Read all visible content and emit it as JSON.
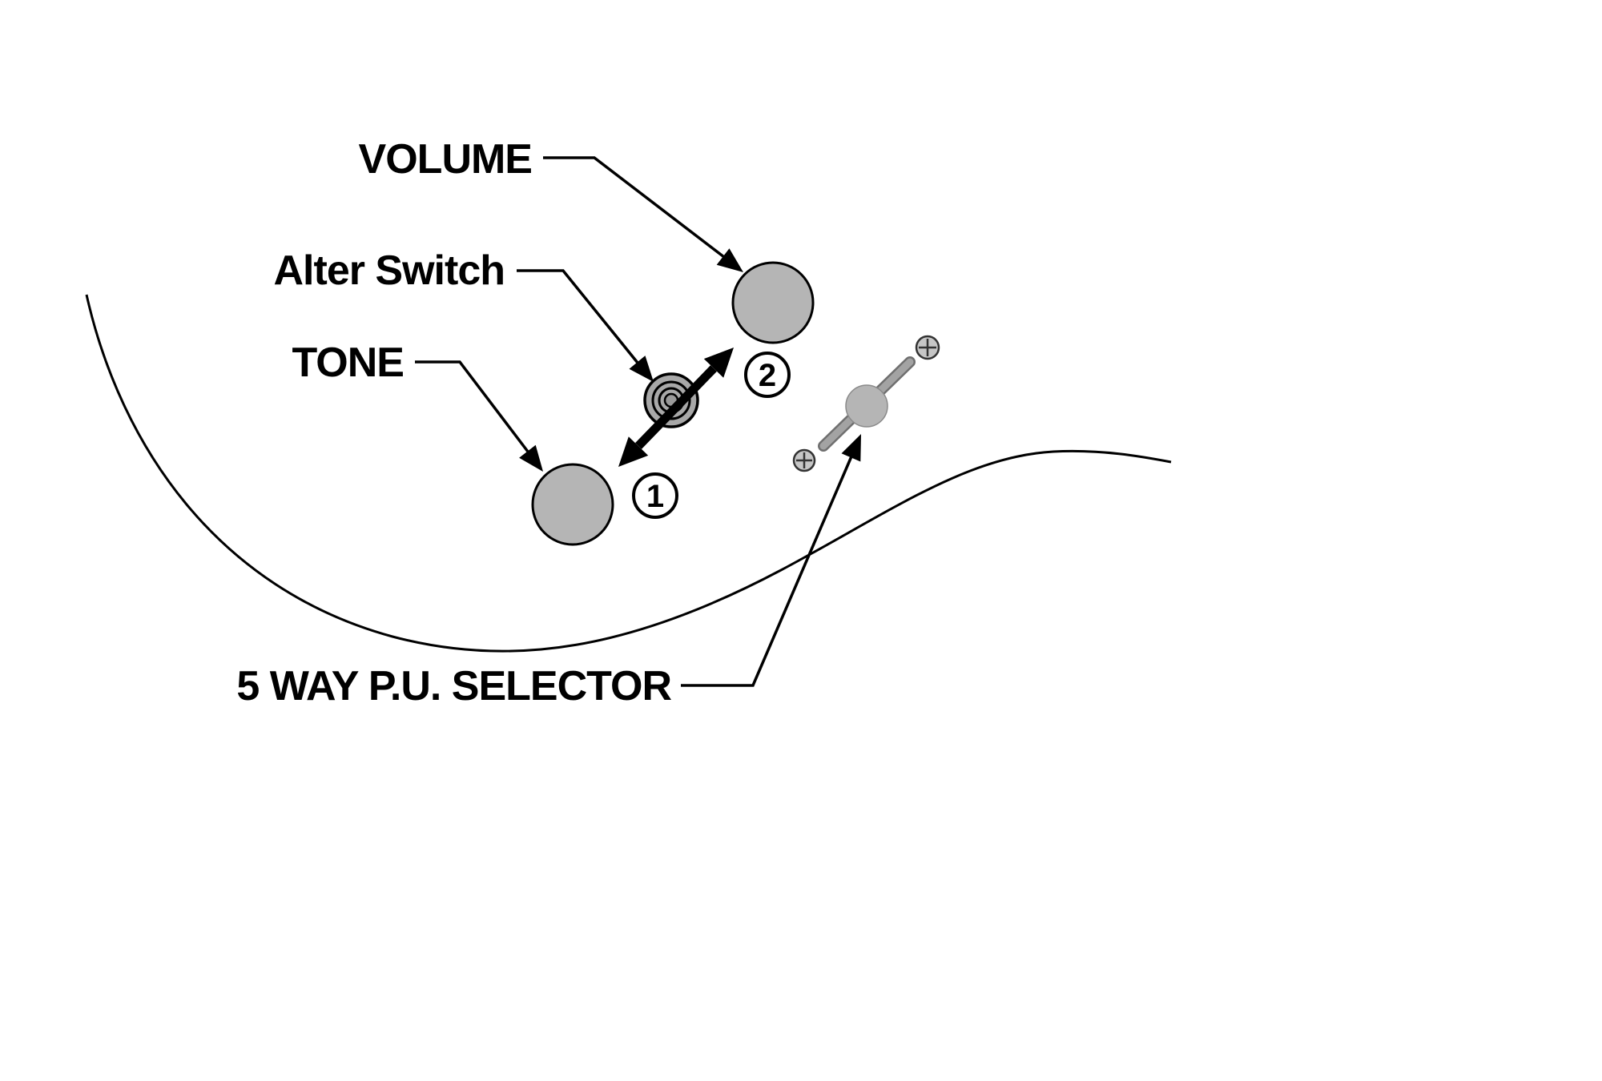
{
  "diagram": {
    "labels": {
      "volume": "VOLUME",
      "alter_switch": "Alter Switch",
      "tone": "TONE",
      "selector": "5 WAY P.U. SELECTOR"
    },
    "markers": {
      "position_one": "1",
      "position_two": "2"
    },
    "colors": {
      "knob_gray": "#b5b5b5",
      "switch_gray": "#a8a8a8",
      "lever_gray": "#a3a3a3",
      "screw_gray": "#c6c6c6",
      "line_black": "#000000",
      "background": "#ffffff"
    }
  }
}
